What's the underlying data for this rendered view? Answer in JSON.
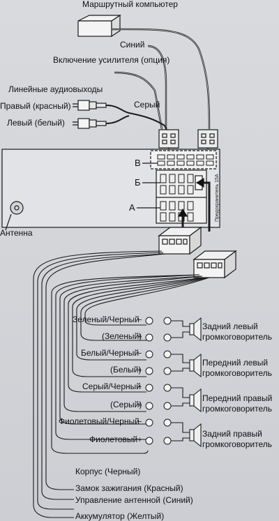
{
  "top": {
    "computer_label": "Маршрутный компьютер",
    "blue_label": "Синий",
    "amp_label": "Включение усилителя (опция)",
    "line_out_label": "Линейные аудиовыходы",
    "gray_label": "Серый",
    "right_red_label": "Правый (красный)",
    "left_white_label": "Левый (белый)"
  },
  "head_unit": {
    "letter_v": "В",
    "letter_b": "Б",
    "letter_a": "А",
    "fuse_label": "Предохранитель 15А",
    "antenna_label": "Антенна"
  },
  "speakers": [
    {
      "neg_wire": "Зеленый/Черный",
      "pos_wire": "(Зеленый)",
      "name_line1": "Задний левый",
      "name_line2": "громкоговоритель"
    },
    {
      "neg_wire": "Белый/Черный",
      "pos_wire": "(Белый)",
      "name_line1": "Передний левый",
      "name_line2": "громкоговоритель"
    },
    {
      "neg_wire": "Серый/Черный",
      "pos_wire": "(Серый)",
      "name_line1": "Передний правый",
      "name_line2": "громкоговоритель"
    },
    {
      "neg_wire": "Фиолетовый/Черный",
      "pos_wire": "Фиолетовый",
      "name_line1": "Задний правый",
      "name_line2": "громкоговоритель"
    }
  ],
  "signs": {
    "minus": "−",
    "plus": "+"
  },
  "power": {
    "ground": "Корпус (Черный)",
    "ignition": "Замок зажигания (Красный)",
    "antenna_control": "Управление антенной (Синий)",
    "battery": "Аккумулятор (Желтый)"
  }
}
